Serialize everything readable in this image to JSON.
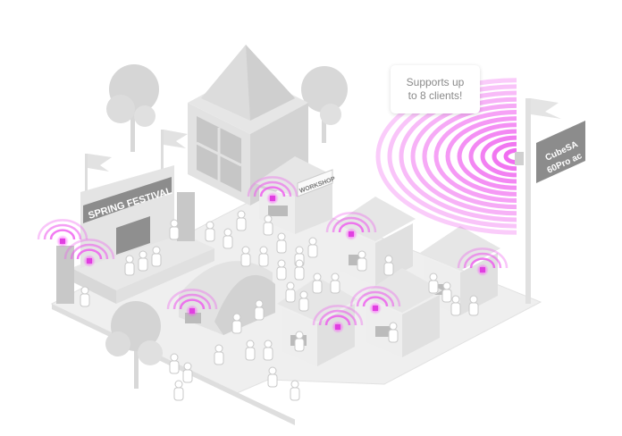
{
  "callout": {
    "line1": "Supports up",
    "line2": "to 8 clients!"
  },
  "stage_banner": "SPRING FESTIVAL",
  "workshop_sign": "WORKSHOP",
  "ap_sign": {
    "line1": "CubeSA",
    "line2": "60Pro ac"
  },
  "colors": {
    "signal": "#ee55ee",
    "device": "#e040e0",
    "ground": "#ececec",
    "structure": "#dcdcdc",
    "dark": "#8c8c8c"
  }
}
